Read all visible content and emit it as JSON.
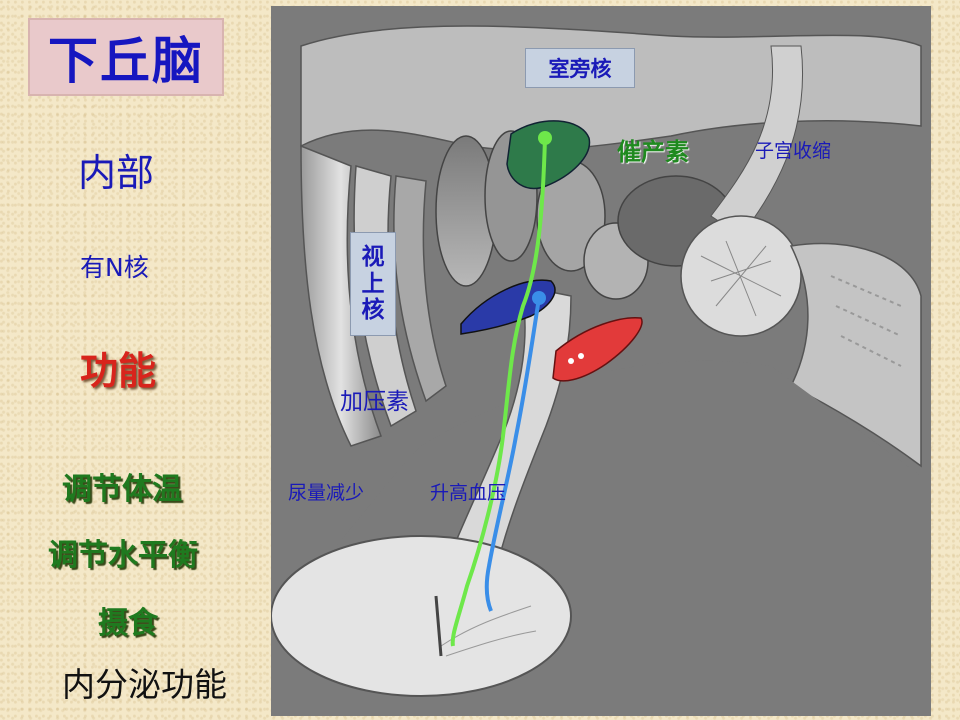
{
  "title": "下丘脑",
  "left_panel": {
    "internal": "内部",
    "has_nuclei": "有N核",
    "function": "功能",
    "functions": [
      "调节体温",
      "调节水平衡",
      "摄食"
    ],
    "endocrine": "内分泌功能"
  },
  "diagram": {
    "paraventricular_nucleus": "室旁核",
    "supraoptic_nucleus": [
      "视",
      "上",
      "核"
    ],
    "oxytocin": "催产素",
    "uterine_contraction": "子宫收缩",
    "vasopressin": "加压素",
    "reduce_urine": "尿量减少",
    "raise_blood_pressure": "升高血压"
  },
  "colors": {
    "background": "#f4e8c8",
    "title_box": "#e9c9cb",
    "title_text": "#1616c0",
    "accent_red": "#d8241c",
    "accent_green": "#1f7a1f",
    "tract_green": "#6ee84a",
    "tract_blue": "#3a8ee8",
    "nucleus_green": "#2e7a4a",
    "nucleus_blue": "#2a3aa8",
    "nucleus_red": "#e23a3a"
  }
}
